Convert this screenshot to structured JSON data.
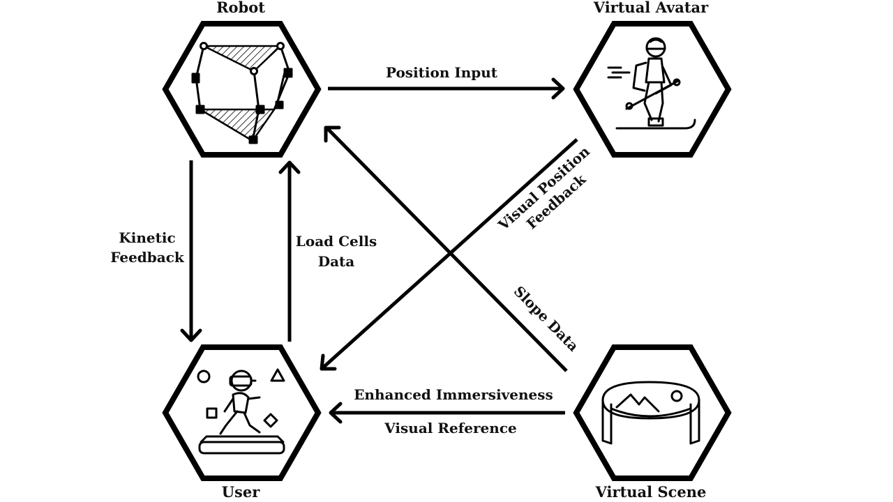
{
  "nodes": {
    "robot": {
      "title": "Robot",
      "icon": "parallel-robot-icon"
    },
    "avatar": {
      "title": "Virtual Avatar",
      "icon": "skier-icon"
    },
    "user": {
      "title": "User",
      "icon": "vr-user-icon"
    },
    "scene": {
      "title": "Virtual Scene",
      "icon": "panorama-screen-icon"
    }
  },
  "edges": {
    "position_input": {
      "label": "Position Input",
      "from": "Robot",
      "to": "Virtual Avatar"
    },
    "kinetic_feedback": {
      "label_line1": "Kinetic",
      "label_line2": "Feedback",
      "from": "Robot",
      "to": "User"
    },
    "load_cells_data": {
      "label_line1": "Load Cells",
      "label_line2": "Data",
      "from": "User",
      "to": "Robot"
    },
    "visual_position_feedback": {
      "label_line1": "Visual Position",
      "label_line2": "Feedback",
      "from": "Virtual Avatar",
      "to": "User"
    },
    "slope_data": {
      "label": "Slope Data",
      "from": "Virtual Scene",
      "to": "Robot"
    },
    "scene_to_user": {
      "label_line1": "Enhanced Immersiveness",
      "label_line2": "Visual Reference",
      "from": "Virtual Scene",
      "to": "User"
    }
  },
  "colors": {
    "stroke": "#000000",
    "background": "#ffffff"
  }
}
